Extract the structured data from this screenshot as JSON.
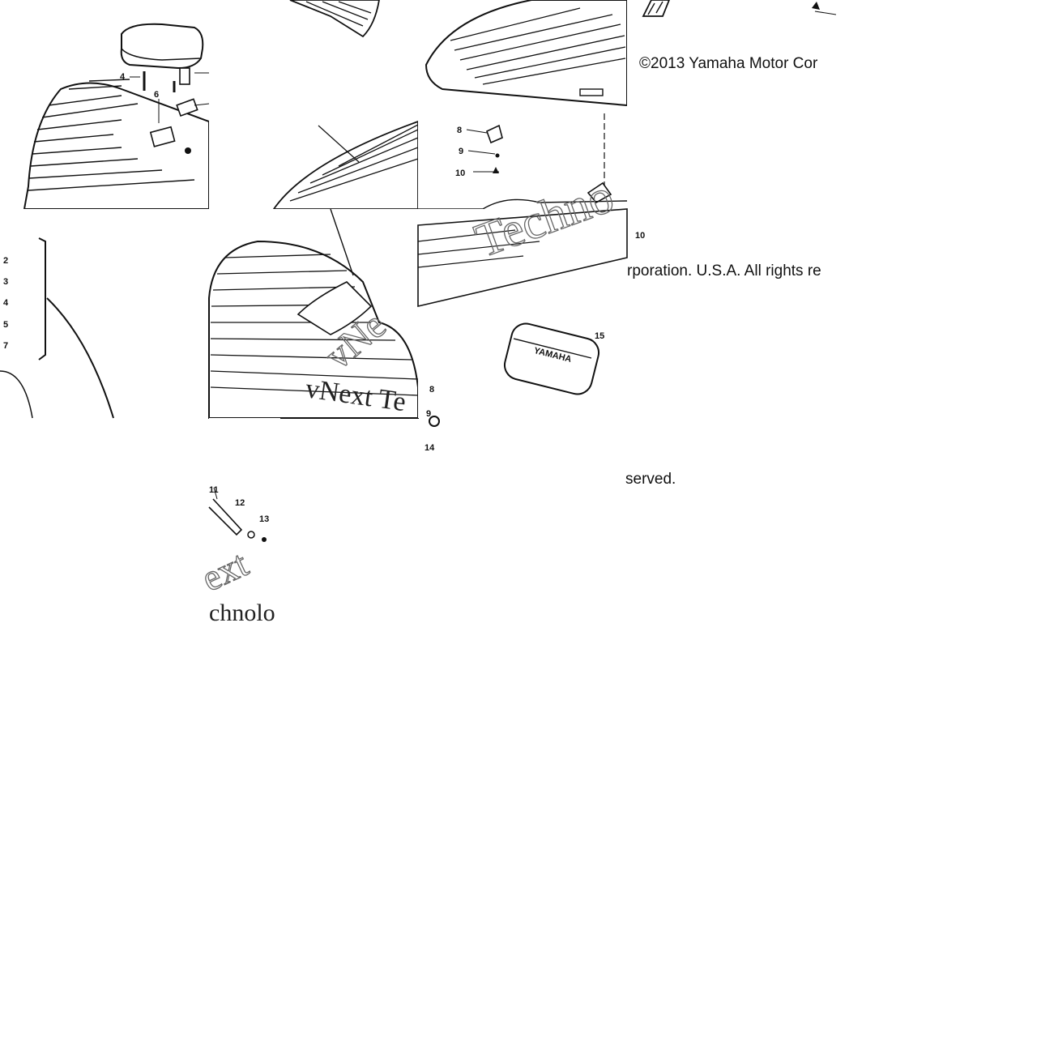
{
  "copyright": {
    "line1": "©2013 Yamaha Motor Cor",
    "line2": "rporation. U.S.A. All rights re",
    "line3": "served."
  },
  "watermark": {
    "w1": "Techno",
    "w2": "vNext Te",
    "w3": "ext",
    "w4": "chnolo",
    "w5": "vNe"
  },
  "callouts": {
    "c2": "2",
    "c3": "3",
    "c4": "4",
    "c5": "5",
    "c7": "7",
    "c4b": "4",
    "c6": "6",
    "c8a": "8",
    "c9a": "9",
    "c10a": "10",
    "c10b": "10",
    "c15": "15",
    "c8b": "8",
    "c9b": "9",
    "c14": "14",
    "c11": "11",
    "c12": "12",
    "c13": "13"
  }
}
